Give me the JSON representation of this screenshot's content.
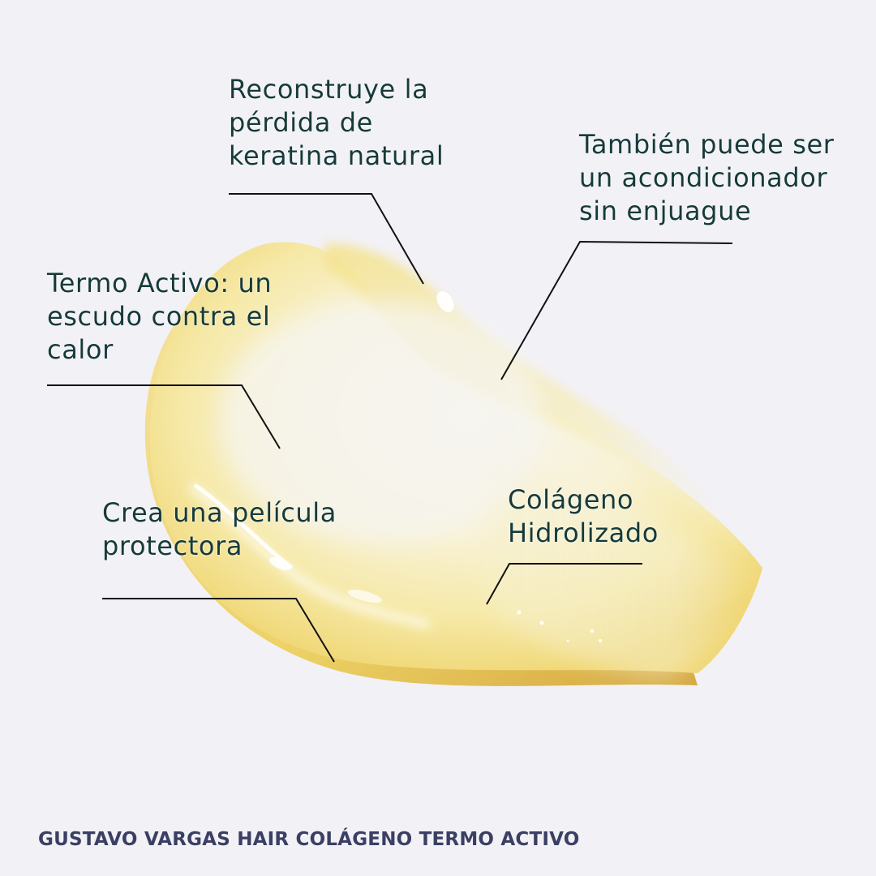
{
  "colors": {
    "background": "#f2f1f6",
    "text": "#163a3a",
    "footer_text": "#3a3f63",
    "swatch_light": "#faf3c6",
    "swatch_mid": "#f6e594",
    "swatch_dark": "#d9aa3a",
    "leader_line": "#111111"
  },
  "callouts": [
    {
      "id": "keratina",
      "text": "Reconstruye la\npérdida de\nkeratina natural"
    },
    {
      "id": "acondicionador",
      "text": "También puede ser\nun acondicionador\nsin enjuague"
    },
    {
      "id": "termo-activo",
      "text": "Termo Activo: un\nescudo contra el\ncalor"
    },
    {
      "id": "pelicula",
      "text": "Crea una película\nprotectora"
    },
    {
      "id": "colageno",
      "text": "Colágeno\nHidrolizado"
    }
  ],
  "footer": {
    "title": "GUSTAVO VARGAS HAIR COLÁGENO TERMO ACTIVO"
  },
  "image": {
    "subject": "product-swatch",
    "description": "yellow hair cream smear"
  }
}
